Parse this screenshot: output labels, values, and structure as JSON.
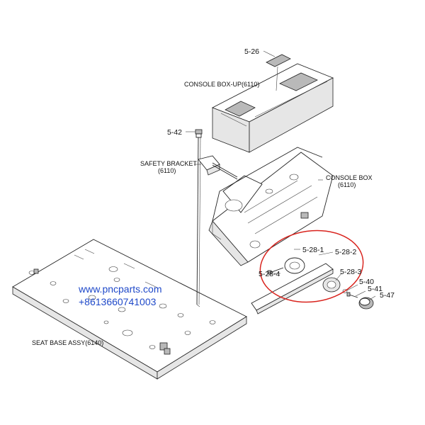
{
  "labels": {
    "console_box_up": "CONSOLE BOX-UP(6110)",
    "safety_bracket_line1": "SAFETY BRACKET",
    "safety_bracket_line2": "(6110)",
    "console_box_line1": "CONSOLE BOX",
    "console_box_line2": "(6110)",
    "seat_base": "SEAT BASE ASSY(6140)"
  },
  "part_numbers": {
    "p5_26": "5-26",
    "p5_42": "5-42",
    "p5_28_1": "5-28-1",
    "p5_28_2": "5-28-2",
    "p5_28_3": "5-28-3",
    "p5_28_4": "5-28-4",
    "p5_40": "5-40",
    "p5_41": "5-41",
    "p5_47": "5-47"
  },
  "watermark": {
    "url": "www.pncparts.com",
    "phone": "+8613660741003",
    "color": "#1f49c9"
  },
  "highlight_color": "#d9231d"
}
